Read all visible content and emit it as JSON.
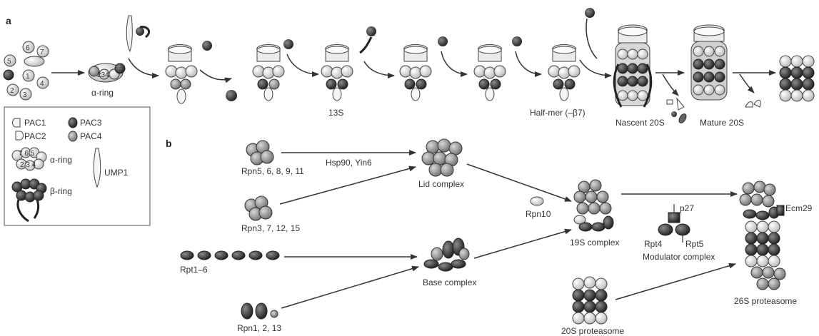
{
  "panels": {
    "a": "a",
    "b": "b"
  },
  "labels_a": {
    "alpha_ring": "α-ring",
    "s13": "13S",
    "half_mer": "Half-mer (–β7)",
    "nascent": "Nascent 20S",
    "mature": "Mature 20S"
  },
  "subunit_numbers": [
    "5",
    "6",
    "7",
    "1",
    "4",
    "2",
    "3"
  ],
  "alpha_ring_numbers": "234",
  "legend": {
    "pac1": "PAC1",
    "pac2": "PAC2",
    "pac3": "PAC3",
    "pac4": "PAC4",
    "alpha_ring": "α-ring",
    "beta_ring": "β-ring",
    "ump1": "UMP1",
    "alpha_nums_top": "7 6 5",
    "alpha_nums_bottom": "2 3 4"
  },
  "labels_b": {
    "rpn5": "Rpn5, 6, 8, 9, 11",
    "hsp90": "Hsp90, Yin6",
    "lid": "Lid complex",
    "rpn3": "Rpn3, 7, 12, 15",
    "rpt": "Rpt1–6",
    "base": "Base complex",
    "rpn1": "Rpn1, 2, 13",
    "rpn10": "Rpn10",
    "s19": "19S complex",
    "p27": "p27",
    "rpt4": "Rpt4",
    "rpt5": "Rpt5",
    "modulator": "Modulator complex",
    "ecm29": "Ecm29",
    "s20": "20S proteasome",
    "s26": "26S proteasome"
  },
  "colors": {
    "light": "#e4e4e4",
    "mid": "#a8a8a8",
    "dark": "#404040",
    "stroke": "#333333"
  }
}
